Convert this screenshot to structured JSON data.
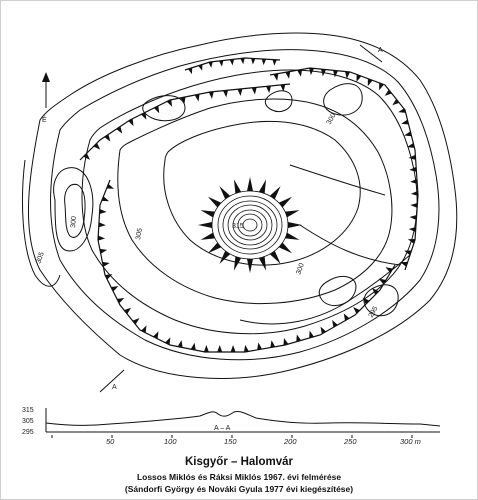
{
  "title": "Kisgyőr – Halomvár",
  "survey": "Lossos Miklós és Ráksi Miklós 1967. évi felmérése",
  "supplement": "(Sándorfi György és Nováki Gyula 1977 évi kiegészítése)",
  "north_label": "É",
  "section_labels": {
    "a1": "A",
    "a2": "A",
    "profile": "A – A"
  },
  "contour_labels": [
    "300",
    "305",
    "300",
    "300",
    "305",
    "295",
    "315"
  ],
  "profile": {
    "y_ticks": [
      "315",
      "305",
      "295"
    ],
    "x_ticks": [
      "50",
      "100",
      "150",
      "200",
      "250",
      "300 m"
    ]
  },
  "colors": {
    "ink": "#111111",
    "paper": "#ffffff"
  }
}
